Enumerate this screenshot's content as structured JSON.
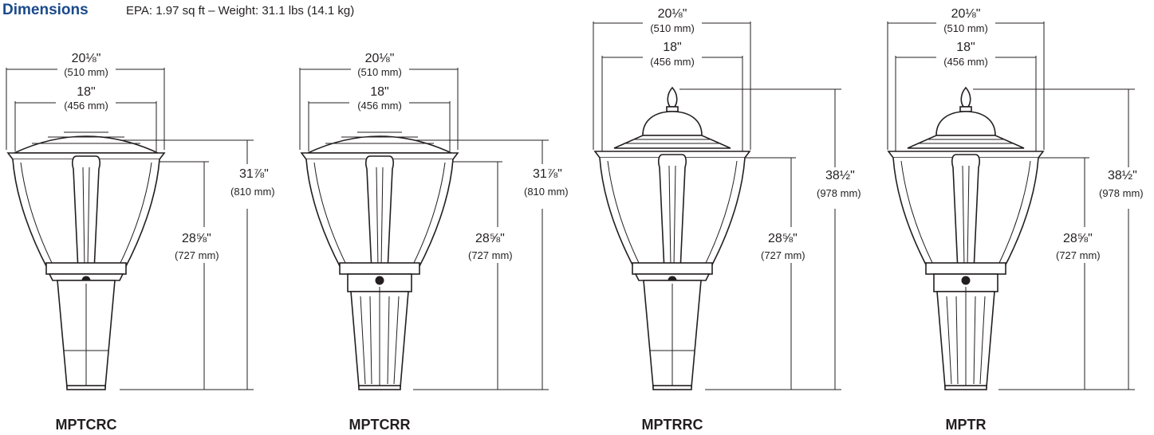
{
  "header": {
    "title": "Dimensions",
    "specs": "EPA: 1.97 sq ft – Weight: 31.1 lbs (14.1 kg)"
  },
  "fixtures": [
    {
      "model": "MPTCRC",
      "overall_width": {
        "in": "20⅛\"",
        "mm": "(510 mm)"
      },
      "inner_width": {
        "in": "18\"",
        "mm": "(456 mm)"
      },
      "total_height": {
        "in": "31⅞\"",
        "mm": "(810 mm)"
      },
      "body_height": {
        "in": "28⅝\"",
        "mm": "(727 mm)"
      }
    },
    {
      "model": "MPTCRR",
      "overall_width": {
        "in": "20⅛\"",
        "mm": "(510 mm)"
      },
      "inner_width": {
        "in": "18\"",
        "mm": "(456 mm)"
      },
      "total_height": {
        "in": "31⅞\"",
        "mm": "(810 mm)"
      },
      "body_height": {
        "in": "28⅝\"",
        "mm": "(727 mm)"
      }
    },
    {
      "model": "MPTRRC",
      "overall_width": {
        "in": "20⅛\"",
        "mm": "(510 mm)"
      },
      "inner_width": {
        "in": "18\"",
        "mm": "(456 mm)"
      },
      "total_height": {
        "in": "38½\"",
        "mm": "(978 mm)"
      },
      "body_height": {
        "in": "28⅝\"",
        "mm": "(727 mm)"
      }
    },
    {
      "model": "MPTR",
      "overall_width": {
        "in": "20⅛\"",
        "mm": "(510 mm)"
      },
      "inner_width": {
        "in": "18\"",
        "mm": "(456 mm)"
      },
      "total_height": {
        "in": "38½\"",
        "mm": "(978 mm)"
      },
      "body_height": {
        "in": "28⅝\"",
        "mm": "(727 mm)"
      }
    }
  ]
}
